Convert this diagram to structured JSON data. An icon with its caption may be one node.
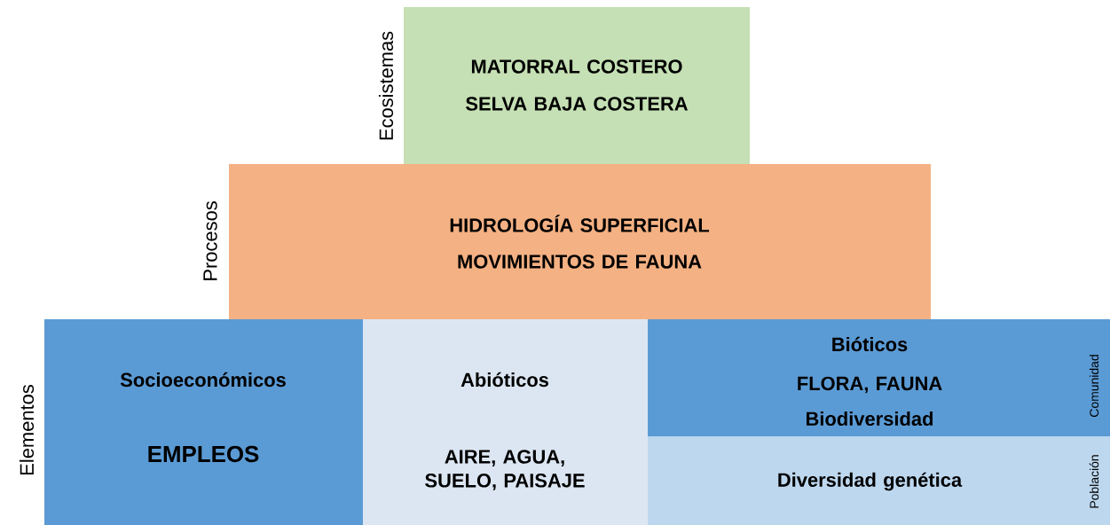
{
  "diagram": {
    "nodes": [
      {
        "text": [
          "MATORRAL COSTERO",
          "SELVA BAJA COSTERA"
        ],
        "beside": [
          "Ecosistemas"
        ]
      },
      {
        "text": [
          "HIDROLOGÍA SUPERFICIAL",
          "MOVIMIENTOS DE FAUNA"
        ],
        "beside": [
          "Procesos"
        ]
      },
      {
        "text": [
          "Socioeconómicos",
          "EMPLEOS"
        ],
        "beside": [
          "Elementos"
        ]
      },
      {
        "text": [
          "Abióticos",
          "AIRE, AGUA, SUELO, PAISAJE"
        ]
      },
      {
        "text": [
          "Bióticos",
          "FLORA, FAUNA",
          "Biodiversidad",
          "Comunidad"
        ]
      },
      {
        "text": [
          "Diversidad genética",
          "Población"
        ]
      }
    ]
  }
}
